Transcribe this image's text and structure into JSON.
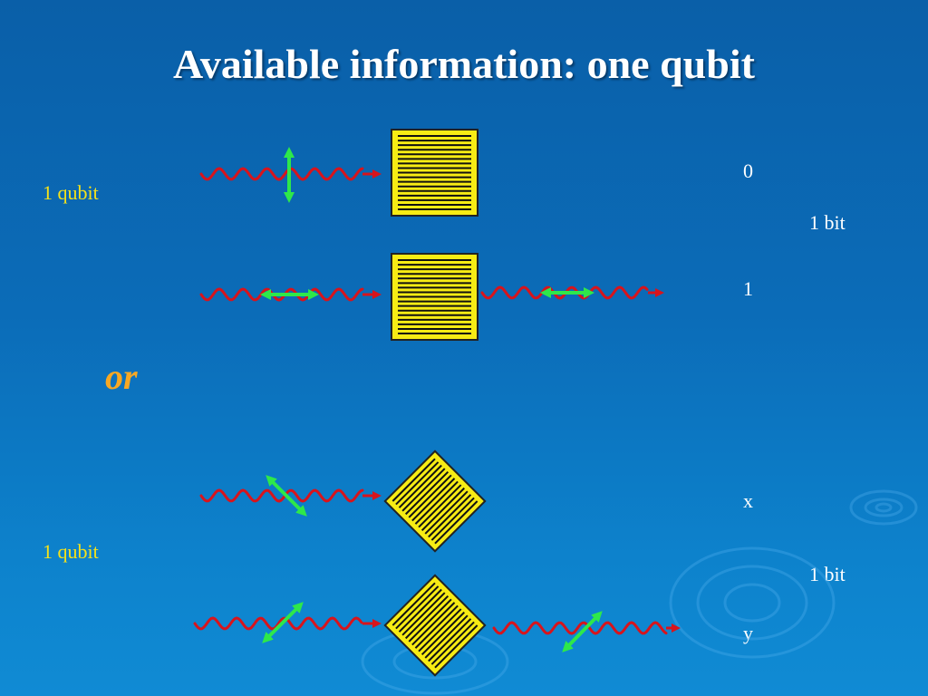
{
  "title": "Available information: one qubit",
  "qubit_label_top": "1 qubit",
  "qubit_label_bottom": "1 qubit",
  "or_text": "or",
  "outcomes": {
    "zero": "0",
    "one": "1",
    "x": "x",
    "y": "y",
    "bit_top": "1 bit",
    "bit_bottom": "1 bit"
  },
  "colors": {
    "wave": "#d8141c",
    "arrow": "#2ee84a",
    "filter_fill": "#f7ec14",
    "filter_lines": "#111111",
    "label_yellow": "#f5e21a",
    "or_orange": "#f7a823"
  }
}
